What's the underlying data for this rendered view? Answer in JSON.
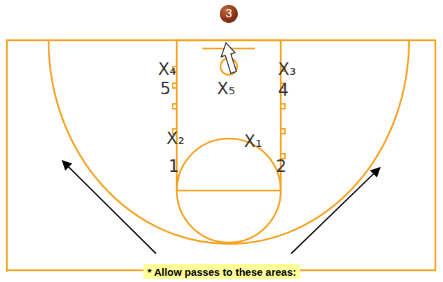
{
  "diagram": {
    "nodes": [
      {
        "text": [
          "3"
        ]
      },
      {
        "text": [
          "* Allow passes to these areas:"
        ]
      }
    ],
    "labels": [
      "X₄",
      "5",
      "X₅",
      "X₃",
      "4",
      "X₂",
      "1",
      "X₁",
      "2"
    ]
  }
}
